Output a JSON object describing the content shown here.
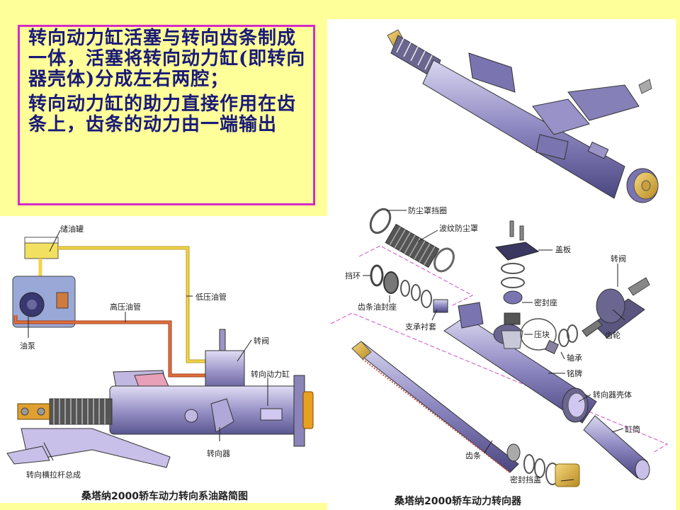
{
  "slide": {
    "background_color": "#FFFF99",
    "textbox": {
      "border_color": "#D42BC8",
      "text_color": "#1A1A78",
      "paragraphs": [
        "转向动力缸活塞与转向齿条制成一体，活塞将转向动力缸(即转向器壳体)分成左右两腔；",
        "转向动力缸的助力直接作用在齿条上，齿条的动力由一端输出"
      ]
    },
    "oil_circuit_diagram": {
      "caption": "桑塔纳2000轿车动力转向系油路简图",
      "labels": {
        "reservoir": "储油罐",
        "low_pressure_pipe": "低压油管",
        "high_pressure_pipe": "高压油管",
        "pump": "油泵",
        "rotary_valve": "转阀",
        "power_cylinder": "转向动力缸",
        "steering_gear": "转向器",
        "tie_rod_assembly": "转向横拉杆总成"
      },
      "colors": {
        "low_pressure": "#F2D24A",
        "high_pressure": "#E0703A",
        "housing": "#9A94C8"
      }
    },
    "exploded_view": {
      "caption": "桑塔纳2000轿车动力转向器",
      "labels": {
        "dust_boot_retainer": "防尘罩挡圈",
        "bellows_dust_boot": "波纹防尘罩",
        "cover_plate": "盖板",
        "rotary_valve": "转阀",
        "retaining_ring": "挡环",
        "seal_seat": "密封座",
        "rack_oil_seal_seat": "齿条油封座",
        "pressure_block": "压块",
        "gear": "齿轮",
        "support_bushing": "支承衬套",
        "bearing": "轴承",
        "nameplate": "铭牌",
        "housing": "转向器壳体",
        "cylinder_tube": "缸筒",
        "rack": "齿条",
        "seal_cap": "密封挡盖"
      },
      "guide_line_color": "#D050C8"
    }
  }
}
